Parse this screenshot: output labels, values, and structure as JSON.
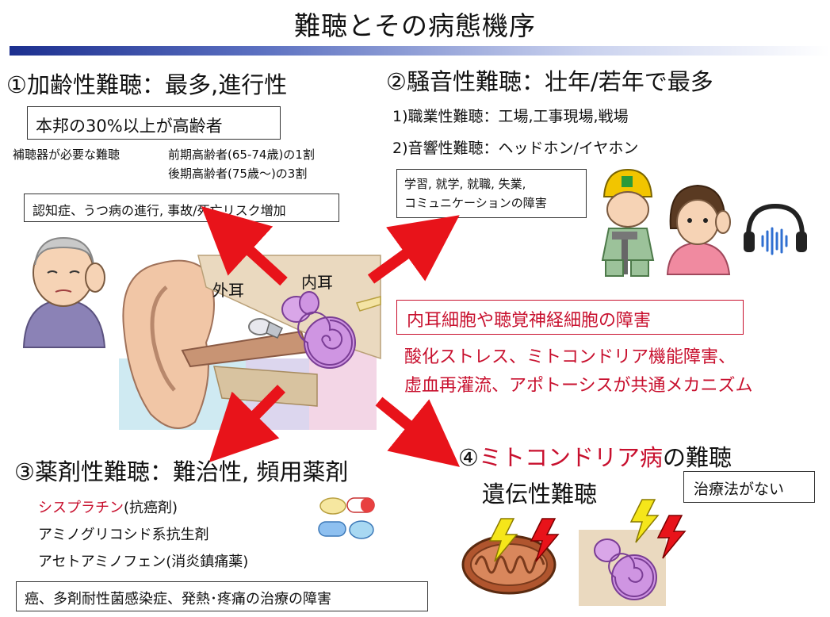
{
  "title": "難聴とその病態機序",
  "sec1": {
    "heading": "①加齢性難聴：最多,進行性",
    "box": "本邦の30%以上が高齢者",
    "note_label": "補聴器が必要な難聴",
    "note_line1": "前期高齢者(65-74歳)の1割",
    "note_line2": "後期高齢者(75歳〜)の3割",
    "risk_box": "認知症、うつ病の進行, 事故/死亡リスク増加"
  },
  "sec2": {
    "heading": "②騒音性難聴：壮年/若年で最多",
    "item1": "1)職業性難聴：工場,工事現場,戦場",
    "item2": "2)音響性難聴：ヘッドホン/イヤホン",
    "box_line1": "学習, 就学, 就職, 失業,",
    "box_line2": "コミュニケーションの障害"
  },
  "ear": {
    "outer_label": "外耳",
    "inner_label": "内耳"
  },
  "center": {
    "box": "内耳細胞や聴覚神経細胞の障害",
    "mech_line1": "酸化ストレス、ミトコンドリア機能障害、",
    "mech_line2": "虚血再灌流、アポトーシスが共通メカニズム"
  },
  "sec3": {
    "heading": "③薬剤性難聴：難治性, 頻用薬剤",
    "drug1": "シスプラチン",
    "drug1_note": "(抗癌剤)",
    "drug2": "アミノグリコシド系抗生剤",
    "drug3": "アセトアミノフェン(消炎鎮痛薬)",
    "box": "癌、多剤耐性菌感染症、発熱･疼痛の治療の障害"
  },
  "sec4": {
    "num": "④",
    "red": "ミトコンドリア病",
    "rest": "の難聴",
    "sub": "遺伝性難聴",
    "box": "治療法がない"
  },
  "colors": {
    "accent_red": "#c8102e",
    "arrow_red": "#e8131a",
    "title_bar": "#1c2f8f"
  },
  "icons": [
    "elderly-person-icon",
    "worker-icon",
    "woman-listening-icon",
    "headphones-icon",
    "pills-icon",
    "mitochondria-icon",
    "cochlea-icon",
    "lightning-icon"
  ]
}
